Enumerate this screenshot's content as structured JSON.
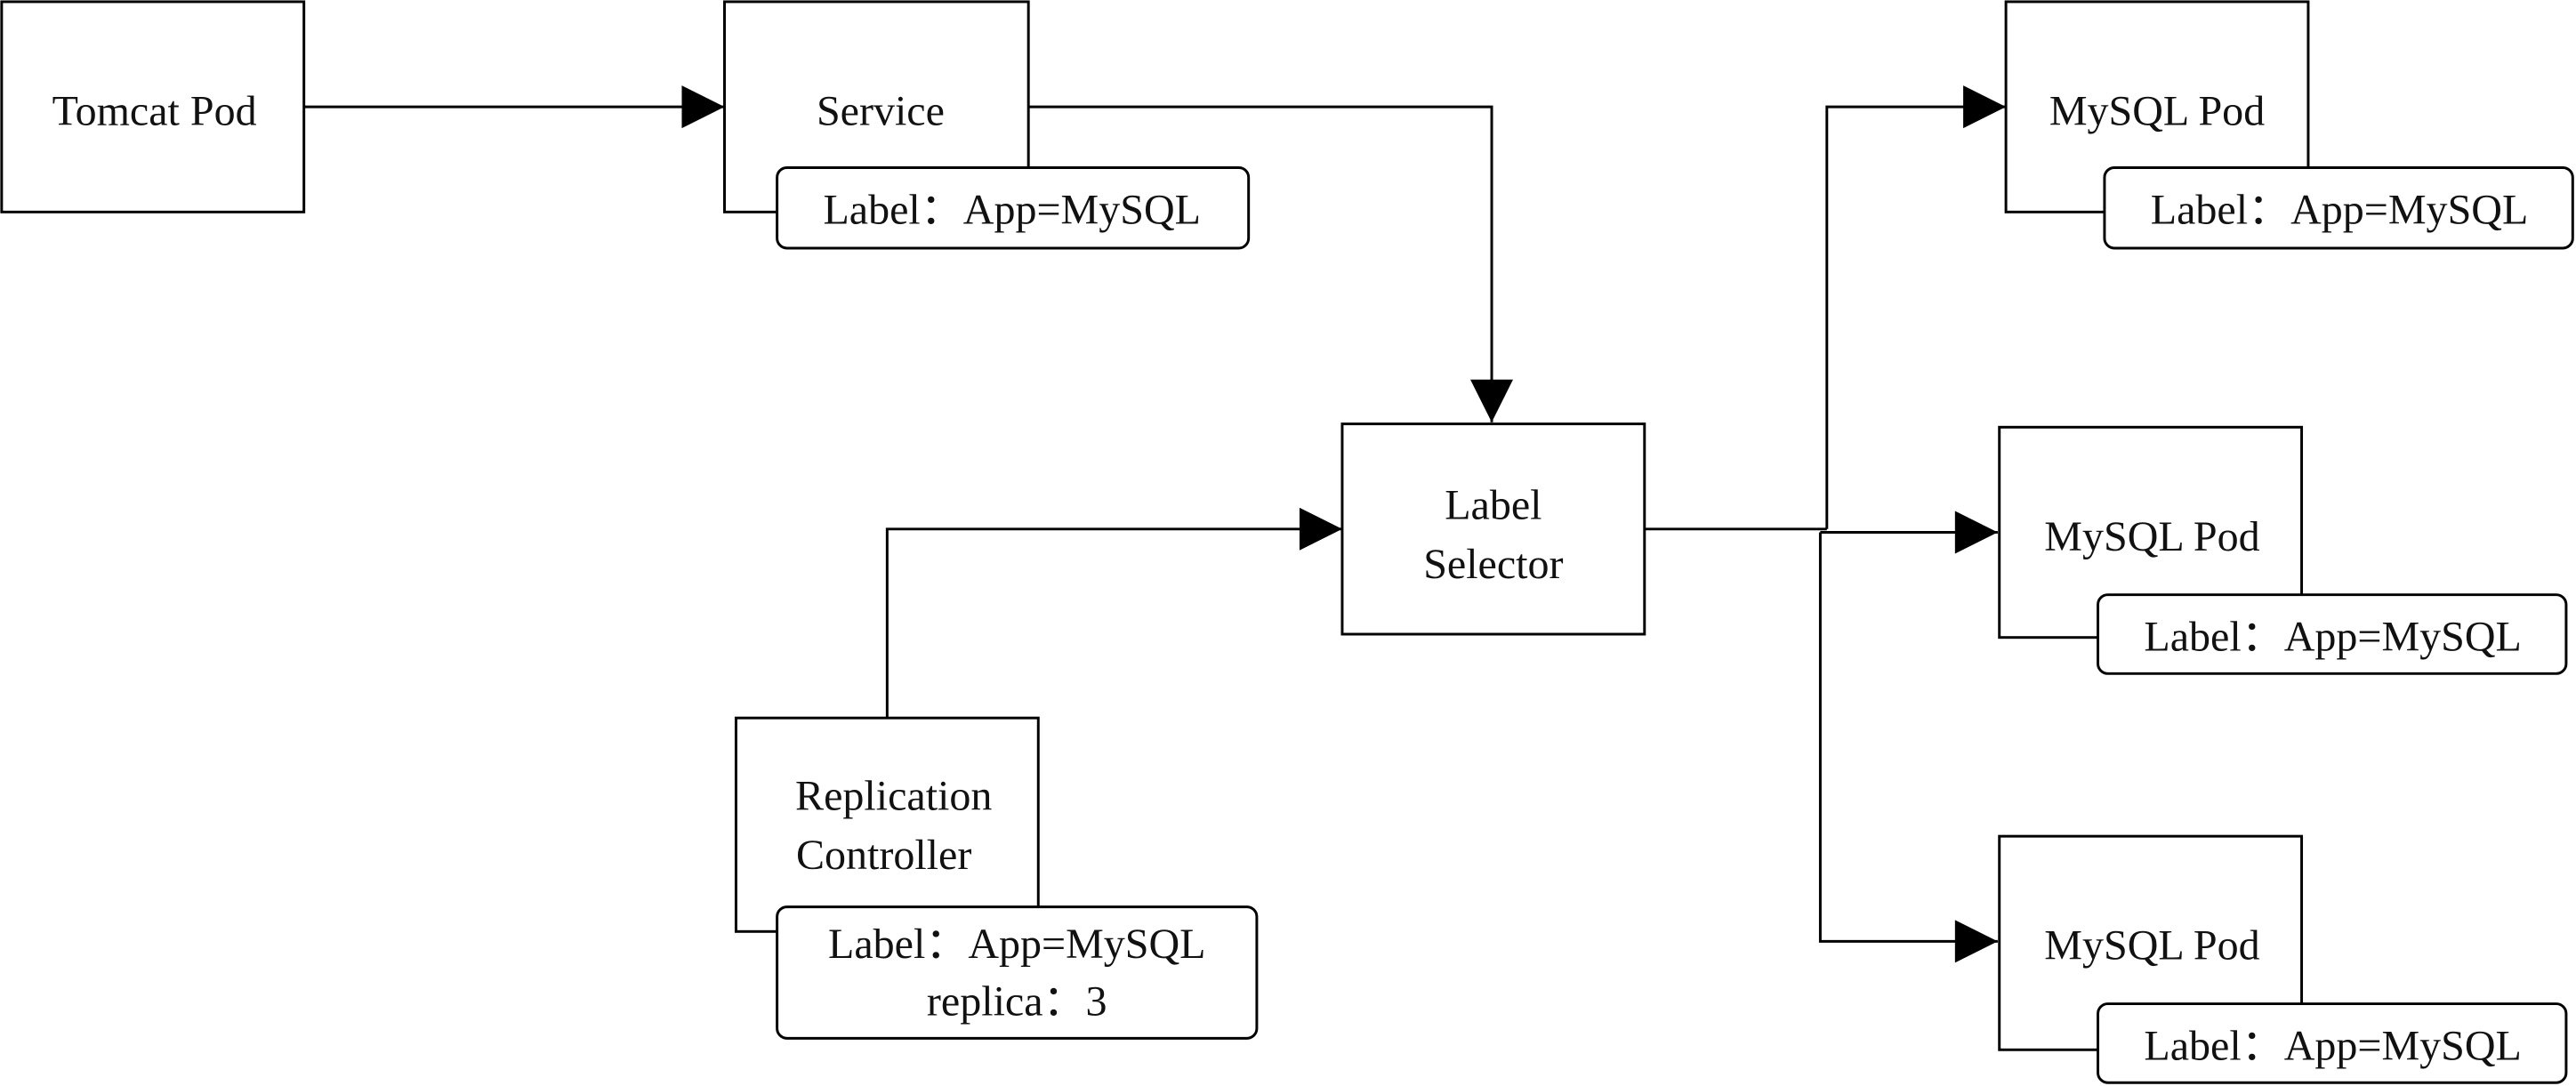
{
  "nodes": {
    "tomcat": {
      "label": "Tomcat Pod"
    },
    "service": {
      "label": "Service",
      "tag": "Label：App=MySQL"
    },
    "selector": {
      "line1": "Label",
      "line2": "Selector"
    },
    "rc": {
      "line1": "Replication",
      "line2": "Controller",
      "tag_line1": "Label：App=MySQL",
      "tag_line2": "replica：3"
    },
    "pod1": {
      "label": "MySQL Pod",
      "tag": "Label：App=MySQL"
    },
    "pod2": {
      "label": "MySQL Pod",
      "tag": "Label：App=MySQL"
    },
    "pod3": {
      "label": "MySQL Pod",
      "tag": "Label：App=MySQL"
    }
  }
}
